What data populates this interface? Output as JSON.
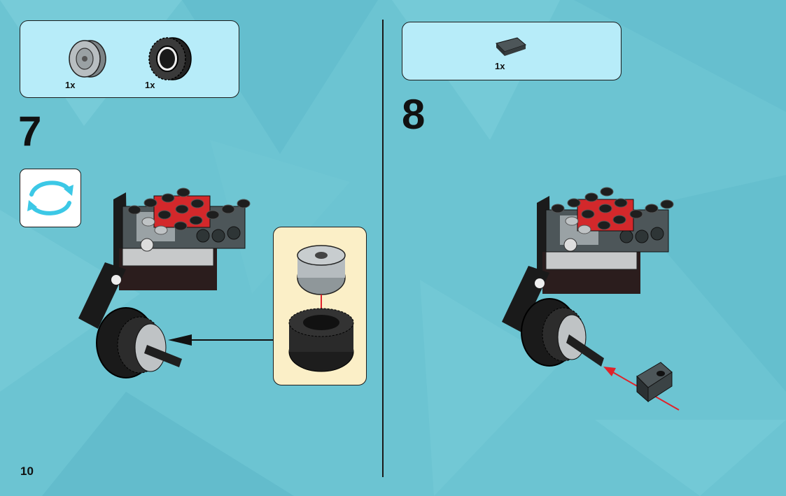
{
  "page": {
    "page_number": "10"
  },
  "steps": [
    {
      "number": "7",
      "parts": [
        {
          "qty": "1x",
          "icon": "light-gray-hub-icon"
        },
        {
          "qty": "1x",
          "icon": "black-tire-icon"
        }
      ],
      "callouts": [
        "rotate-model-icon",
        "sub-assembly-hub-into-tire"
      ]
    },
    {
      "number": "8",
      "parts": [
        {
          "qty": "1x",
          "icon": "dark-gray-bush-icon"
        }
      ]
    }
  ],
  "colors": {
    "background": "#6cc4d2",
    "parts_box": "#b7ecf9",
    "sub_box": "#fbefc7",
    "rotate_arrow": "#3cc8e6",
    "highlight_arrow": "#e0222a",
    "red_plate": "#d3282b",
    "dark_gray": "#4d5659"
  }
}
